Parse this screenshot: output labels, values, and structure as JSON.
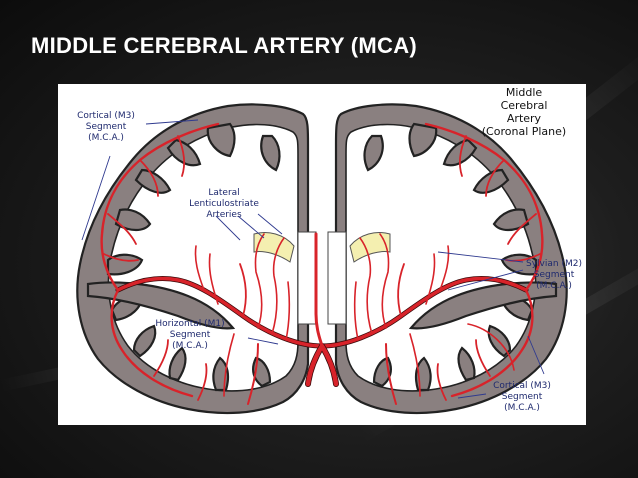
{
  "slide": {
    "title": "MIDDLE CEREBRAL ARTERY (MCA)"
  },
  "diagram": {
    "title_lines": [
      "Middle",
      "Cerebral",
      "Artery",
      "(Coronal Plane)"
    ],
    "labels": {
      "cortical_top_left": [
        "Cortical (M3)",
        "Segment",
        "(M.C.A.)"
      ],
      "lateral_lenticulostriate": [
        "Lateral",
        "Lenticulostriate",
        "Arteries"
      ],
      "sylvian_m2": [
        "Sylvian (M2)",
        "Segment",
        "(M.C.A.)"
      ],
      "horizontal_m1": [
        "Horizontal (M1)",
        "Segment",
        "(M.C.A.)"
      ],
      "cortical_bottom_right": [
        "Cortical (M3)",
        "Segment",
        "(M.C.A.)"
      ]
    },
    "colors": {
      "artery": "#d8232a",
      "cortex": "#8a8080",
      "basal_ganglia": "#f4efb0",
      "label_text": "#1f2a6e"
    }
  }
}
